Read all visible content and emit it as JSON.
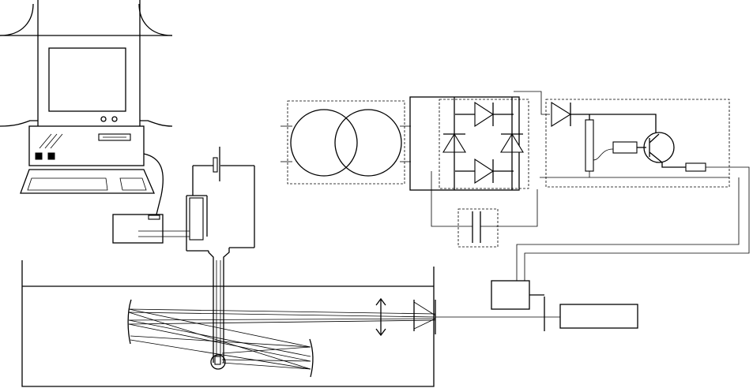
{
  "figure": {
    "type": "schematic",
    "description_in_pixels": "",
    "components": [
      "computer",
      "interface-box",
      "voltage-source",
      "resistor",
      "tank",
      "electrode-probe",
      "concave-mirror",
      "lens",
      "transformer",
      "diode-bridge-rectifier",
      "filter-capacitor",
      "transistor-regulator",
      "control-box",
      "laser"
    ]
  }
}
